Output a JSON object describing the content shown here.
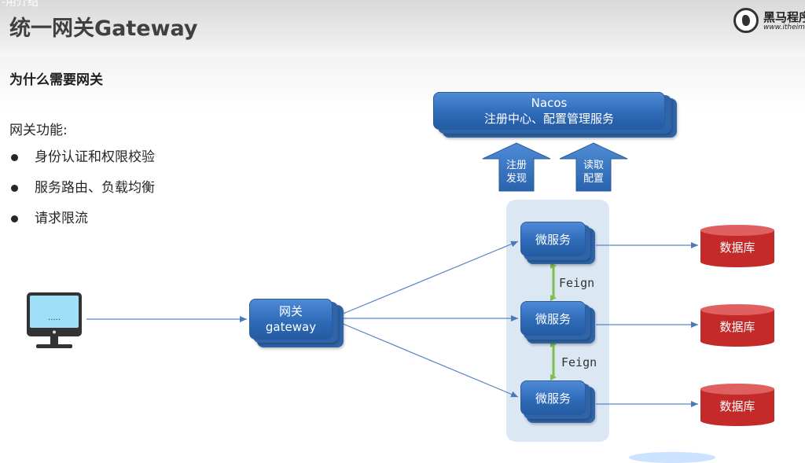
{
  "slide": {
    "top_clip": "-用介绍",
    "title": "统一网关Gateway",
    "logo_text": "黑马程序",
    "logo_url": "www.itheima",
    "subtitle": "为什么需要网关",
    "functions_label": "网关功能:",
    "functions": [
      "身份认证和权限校验",
      "服务路由、负载均衡",
      "请求限流"
    ]
  },
  "diagram": {
    "nacos": {
      "title": "Nacos",
      "subtitle": "注册中心、配置管理服务"
    },
    "arrows": [
      {
        "line1": "注册",
        "line2": "发现"
      },
      {
        "line1": "读取",
        "line2": "配置"
      }
    ],
    "gateway": {
      "line1": "网关",
      "line2": "gateway"
    },
    "client_screen_text": ".....",
    "microservices": [
      "微服务",
      "微服务",
      "微服务"
    ],
    "feign_labels": [
      "Feign",
      "Feign"
    ],
    "databases": [
      "数据库",
      "数据库",
      "数据库"
    ]
  },
  "colors": {
    "box_blue": "#2f6bb8",
    "db_red": "#c42a2a",
    "cluster_bg": "#dce7f4",
    "feign_green": "#7fbf4d",
    "link_blue": "#5a86c1"
  }
}
